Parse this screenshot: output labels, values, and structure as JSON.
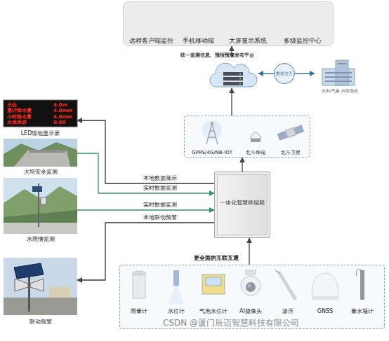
{
  "diagram": {
    "nodes": [
      {
        "text": []
      },
      {
        "text": [
          "远程客户端监控"
        ],
        "in": 0
      },
      {
        "text": [
          "手机移动端"
        ],
        "in": 0
      },
      {
        "text": [
          "大屏显示系统"
        ],
        "in": 0
      },
      {
        "text": [
          "多级监控中心"
        ],
        "in": 0
      },
      {
        "text": [
          "统一监测信息、预报预警发布平台"
        ]
      },
      {
        "text": [
          "水利/气象 外部系统"
        ]
      },
      {
        "text": []
      },
      {
        "text": [
          "GPRS/4G/NB-IOT"
        ],
        "in": 7
      },
      {
        "text": [
          "北斗终端"
        ],
        "in": 7
      },
      {
        "text": [
          "北斗卫星"
        ],
        "in": 7
      },
      {
        "text": [
          "一体化智慧终端箱"
        ]
      },
      {
        "text": [
          "LED现地显示屏"
        ]
      },
      {
        "text": [
          "大坝安全监测"
        ]
      },
      {
        "text": [
          "水雨情监测"
        ]
      },
      {
        "text": [
          "联动预警"
        ]
      },
      {
        "text": [
          "更全面的互联互通"
        ]
      },
      {
        "text": [
          "雨量计"
        ],
        "in": 16
      },
      {
        "text": [
          "水位计"
        ],
        "in": 16
      },
      {
        "text": [
          "气泡水位计"
        ],
        "in": 16
      },
      {
        "text": [
          "AI摄像头"
        ],
        "in": 16
      },
      {
        "text": [
          "渗压"
        ],
        "in": 16
      },
      {
        "text": [
          "GNSS"
        ],
        "in": 16
      },
      {
        "text": [
          "量水堰计"
        ],
        "in": 16
      }
    ],
    "edges": [
      {
        "from": 5,
        "to": 0,
        "arrow": "to"
      },
      {
        "from": 5,
        "to": 6,
        "label": "数据交互",
        "arrow": "both"
      },
      {
        "from": 7,
        "to": 5,
        "arrow": "to"
      },
      {
        "from": 11,
        "to": 7,
        "arrow": "to"
      },
      {
        "from": 11,
        "to": 12,
        "label": "本地数据展示",
        "arrow": "to"
      },
      {
        "from": 13,
        "to": 11,
        "label": "实时数据监测",
        "arrow": "to"
      },
      {
        "from": 14,
        "to": 11,
        "label": "实时数据监测",
        "arrow": "to"
      },
      {
        "from": 11,
        "to": 15,
        "label": "本地联动预警",
        "arrow": "to"
      },
      {
        "from": 16,
        "to": 11,
        "arrow": "to"
      }
    ],
    "labels": [
      "水位",
      "4.0m",
      "累计降水量",
      "4.0mm",
      "小时降水量",
      "4.0mm",
      "水库库容",
      "0.00",
      "CSDN @厦门辰迈智慧科技有限公司"
    ]
  }
}
